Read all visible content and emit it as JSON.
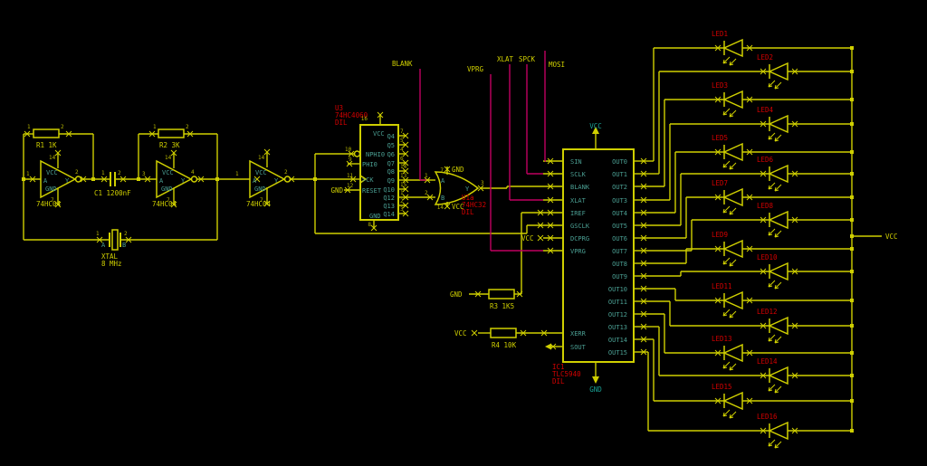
{
  "colors": {
    "background": "#000000",
    "wire": "#cfcf00",
    "net_wire": "#c00060",
    "ref_label": "#d40000",
    "pin_name": "#4a9e92",
    "supply": "#1aa295"
  },
  "oscillator": {
    "r1_label": "R1 1K",
    "r2_label": "R2 3K",
    "c1_label": "C1 1200nF",
    "xtal_label_1": "XTAL",
    "xtal_label_2": "8 MHz",
    "xtal_pin_a": "A",
    "xtal_pin_b": "B",
    "r1_pins": [
      "1",
      "2"
    ],
    "r2_pins": [
      "1",
      "2"
    ],
    "c1_pins": [
      "1",
      "2"
    ],
    "xtal_pins": [
      "1",
      "2"
    ],
    "gates": [
      {
        "part": "74HC04",
        "pin_in": "1",
        "pin_out": "2",
        "pin_vcc": "14",
        "pin_gnd": "7"
      },
      {
        "part": "74HC04",
        "pin_in": "3",
        "pin_out": "4",
        "pin_vcc": "14",
        "pin_gnd": "7"
      },
      {
        "part": "74HC04",
        "pin_in": "1",
        "pin_out": "2",
        "pin_vcc": "14",
        "pin_gnd": "7"
      }
    ],
    "gate_pin_names": {
      "in": "A",
      "out": "Y",
      "vcc": "VCC",
      "gnd": "GND"
    }
  },
  "counter": {
    "ref": "U3",
    "part": "74HC4060",
    "package": "DIL",
    "vcc_pin": "16",
    "gnd_pin": "8",
    "vcc_name": "VCC",
    "gnd_name": "GND",
    "reset_net": "GND",
    "left_pins": [
      {
        "num": "10",
        "name": "NPHI0"
      },
      {
        "num": "9",
        "name": "PHI0"
      },
      {
        "num": "11",
        "name": ">CK"
      },
      {
        "num": "12",
        "name": "RESET"
      }
    ],
    "right_pins": [
      {
        "num": "7",
        "name": "Q4"
      },
      {
        "num": "5",
        "name": "Q5"
      },
      {
        "num": "4",
        "name": "Q6"
      },
      {
        "num": "6",
        "name": "Q7"
      },
      {
        "num": "14",
        "name": "Q8"
      },
      {
        "num": "13",
        "name": "Q9"
      },
      {
        "num": "15",
        "name": "Q10"
      },
      {
        "num": "1",
        "name": "Q12"
      },
      {
        "num": "2",
        "name": "Q13"
      },
      {
        "num": "3",
        "name": "Q14"
      }
    ]
  },
  "or_gate": {
    "ref": "U1a",
    "part": "74HC32",
    "package": "DIL",
    "pin_a": "1",
    "pin_b": "2",
    "pin_y": "3",
    "gnd_pin": "7",
    "vcc_pin": "14",
    "gnd_name": "GND",
    "vcc_name": "VCC",
    "name_a": "A",
    "name_b": "B",
    "name_y": "Y"
  },
  "nets": {
    "top_labels": [
      "BLANK",
      "VPRG",
      "XLAT",
      "SPCK",
      "MOSI"
    ],
    "dcprg": "VCC",
    "r3_gnd": "GND",
    "r4_vcc": "VCC",
    "right_bus": "VCC"
  },
  "driver": {
    "ref": "IC1",
    "part": "TLC5940",
    "package": "DIL",
    "vcc_name": "VCC",
    "gnd_name": "GND",
    "left_pins": [
      "SIN",
      "SCLK",
      "BLANK",
      "XLAT",
      "IREF",
      "GSCLK",
      "DCPRG",
      "VPRG"
    ],
    "status_pins": [
      "XERR",
      "SOUT"
    ],
    "out_pins": [
      "OUT0",
      "OUT1",
      "OUT2",
      "OUT3",
      "OUT4",
      "OUT5",
      "OUT6",
      "OUT7",
      "OUT8",
      "OUT9",
      "OUT10",
      "OUT11",
      "OUT12",
      "OUT13",
      "OUT14",
      "OUT15"
    ]
  },
  "r3_label": "R3 1K5",
  "r4_label": "R4 10K",
  "leds": [
    "LED1",
    "LED2",
    "LED3",
    "LED4",
    "LED5",
    "LED6",
    "LED7",
    "LED8",
    "LED9",
    "LED10",
    "LED11",
    "LED12",
    "LED13",
    "LED14",
    "LED15",
    "LED16"
  ]
}
